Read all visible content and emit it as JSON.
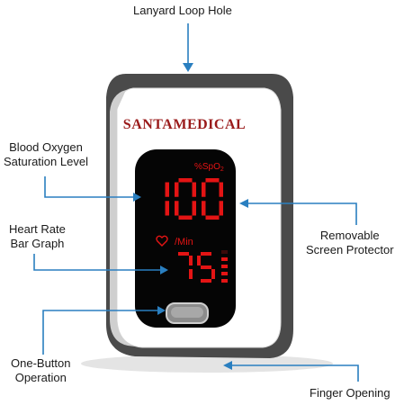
{
  "brand": "SANTAMEDICAL",
  "display": {
    "spo2_unit": "%SpO",
    "spo2_unit_sub": "2",
    "spo2_value": "100",
    "pulse_unit": "/Min",
    "pulse_value": "75",
    "bar_graph_level": 0.8
  },
  "callouts": {
    "lanyard": [
      "Lanyard Loop Hole"
    ],
    "spo2": [
      "Blood Oxygen",
      "Saturation Level"
    ],
    "heart_rate": [
      "Heart Rate",
      "Bar Graph"
    ],
    "button": [
      "One-Button",
      "Operation"
    ],
    "protector": [
      "Removable",
      "Screen Protector"
    ],
    "finger": [
      "Finger Opening"
    ]
  },
  "colors": {
    "callout": "#2a7fc0",
    "led": "#e41414",
    "body": "#ffffff",
    "shell": "#4a4a4a",
    "screen": "#050505"
  },
  "icons": {
    "heart": "heart-icon"
  }
}
